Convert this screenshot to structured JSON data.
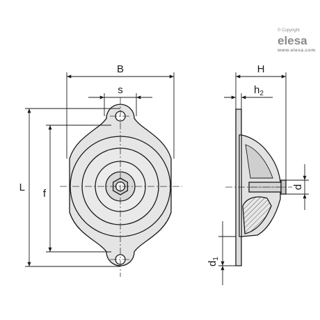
{
  "brand": {
    "copyright": "© Copyright",
    "name": "elesa",
    "url": "www.elesa.com"
  },
  "dimensions": {
    "B": "B",
    "s": "s",
    "H": "H",
    "h2": "h",
    "h2_sub": "2",
    "L": "L",
    "f": "f",
    "d": "d",
    "d1": "d",
    "d1_sub": "1"
  },
  "colors": {
    "line": "#1a1a1a",
    "body_fill": "#e4e4e4",
    "inner_fill": "#cfcfcf",
    "center_line": "#333333",
    "brand_gray": "#8a8a8a"
  }
}
